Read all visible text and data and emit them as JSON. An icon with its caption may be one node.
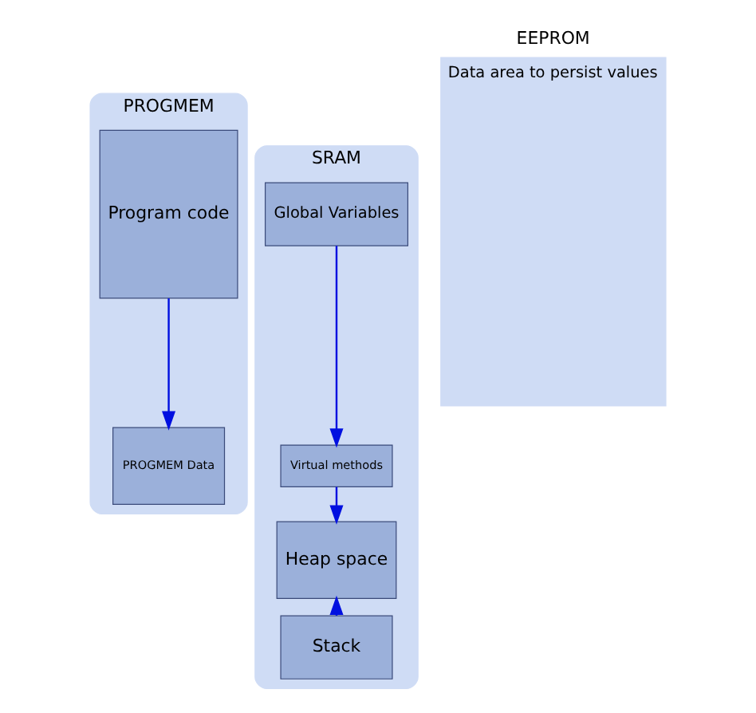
{
  "diagram": {
    "nodes": [
      {
        "text": [
          "PROGMEM"
        ]
      },
      {
        "text": [
          "Program code"
        ],
        "in": 0
      },
      {
        "text": [
          "PROGMEM Data"
        ],
        "in": 0
      },
      {
        "text": [
          "SRAM"
        ]
      },
      {
        "text": [
          "Global Variables"
        ],
        "in": 3
      },
      {
        "text": [
          "Virtual methods"
        ],
        "in": 3
      },
      {
        "text": [
          "Heap space"
        ],
        "in": 3
      },
      {
        "text": [
          "Stack"
        ],
        "in": 3
      },
      {
        "text": [
          "EEPROM",
          "Data area to persist values"
        ]
      }
    ],
    "edges": [
      {
        "from": 1,
        "to": 2,
        "arrow": "to"
      },
      {
        "from": 4,
        "to": 5,
        "arrow": "to"
      },
      {
        "from": 5,
        "to": 6,
        "arrow": "to"
      },
      {
        "from": 7,
        "to": 6,
        "arrow": "to"
      }
    ]
  }
}
